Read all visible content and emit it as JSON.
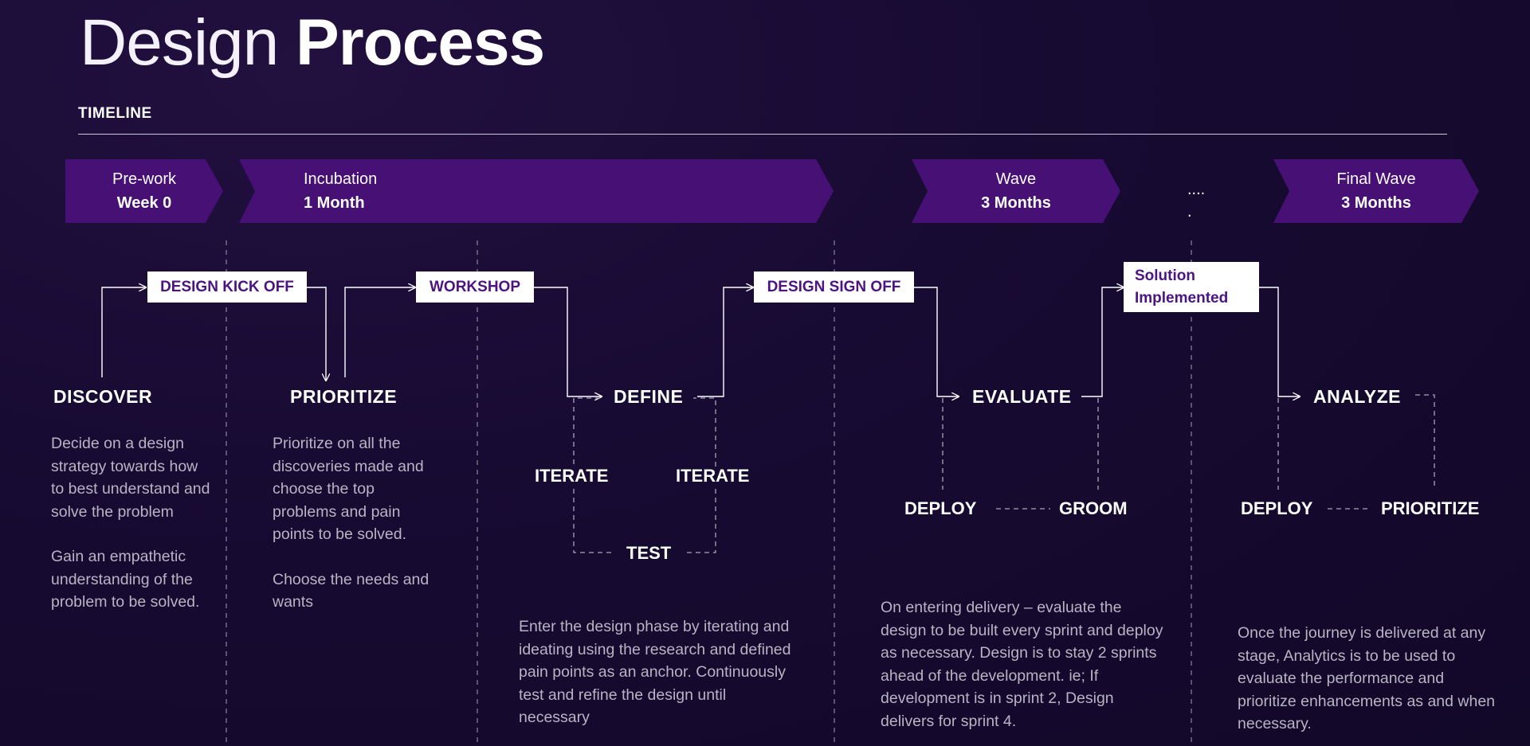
{
  "title": {
    "light": "Design",
    "bold": "Process"
  },
  "timeline_label": "TIMELINE",
  "phases": [
    {
      "name": "Pre-work",
      "duration": "Week 0"
    },
    {
      "name": "Incubation",
      "duration": "1 Month"
    },
    {
      "name": "Wave",
      "duration": "3 Months"
    },
    {
      "name": "Final Wave",
      "duration": "3 Months"
    }
  ],
  "ellipsis": {
    "line1": "....",
    "line2": "."
  },
  "milestones": {
    "kickoff": "DESIGN KICK OFF",
    "workshop": "WORKSHOP",
    "signoff": "DESIGN SIGN OFF",
    "implemented_line1": "Solution",
    "implemented_line2": "Implemented"
  },
  "steps": {
    "discover": "DISCOVER",
    "prioritize": "PRIORITIZE",
    "define": "DEFINE",
    "evaluate": "EVALUATE",
    "analyze": "ANALYZE"
  },
  "substeps": {
    "iterate_left": "ITERATE",
    "iterate_right": "ITERATE",
    "test": "TEST",
    "deploy_1": "DEPLOY",
    "groom": "GROOM",
    "deploy_2": "DEPLOY",
    "prioritize_2": "PRIORITIZE"
  },
  "descriptions": {
    "discover_p1": "Decide on a design strategy towards how to best understand and solve the problem",
    "discover_p2": "Gain an empathetic understanding of the problem to be solved.",
    "prioritize_p1": "Prioritize on all the discoveries made and choose the top problems and pain points to be solved.",
    "prioritize_p2": "Choose the needs and wants",
    "define": "Enter the design phase by iterating and ideating using the research and defined pain points as an anchor. Continuously test and refine the design until necessary",
    "evaluate": "On entering delivery – evaluate the design to be built every sprint and deploy as necessary. Design is to stay 2 sprints ahead of the development. ie; If development is in sprint 2, Design delivers for sprint 4.",
    "analyze": "Once the journey is delivered at any stage, Analytics is to be used to evaluate the performance and prioritize enhancements as and when necessary."
  },
  "colors": {
    "background": "#180b33",
    "phase": "#461074",
    "tag_text": "#4b1480",
    "body_text": "#b9b4c4"
  }
}
